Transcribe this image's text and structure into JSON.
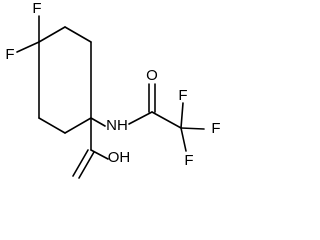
{
  "molecule": {
    "atoms": {
      "f_top": "F",
      "f_left": "F",
      "o_carbonyl": "O",
      "nh": "NH",
      "f_cf3_top": "F",
      "f_cf3_right": "F",
      "f_cf3_bottom": "F",
      "oh": "OH"
    }
  }
}
